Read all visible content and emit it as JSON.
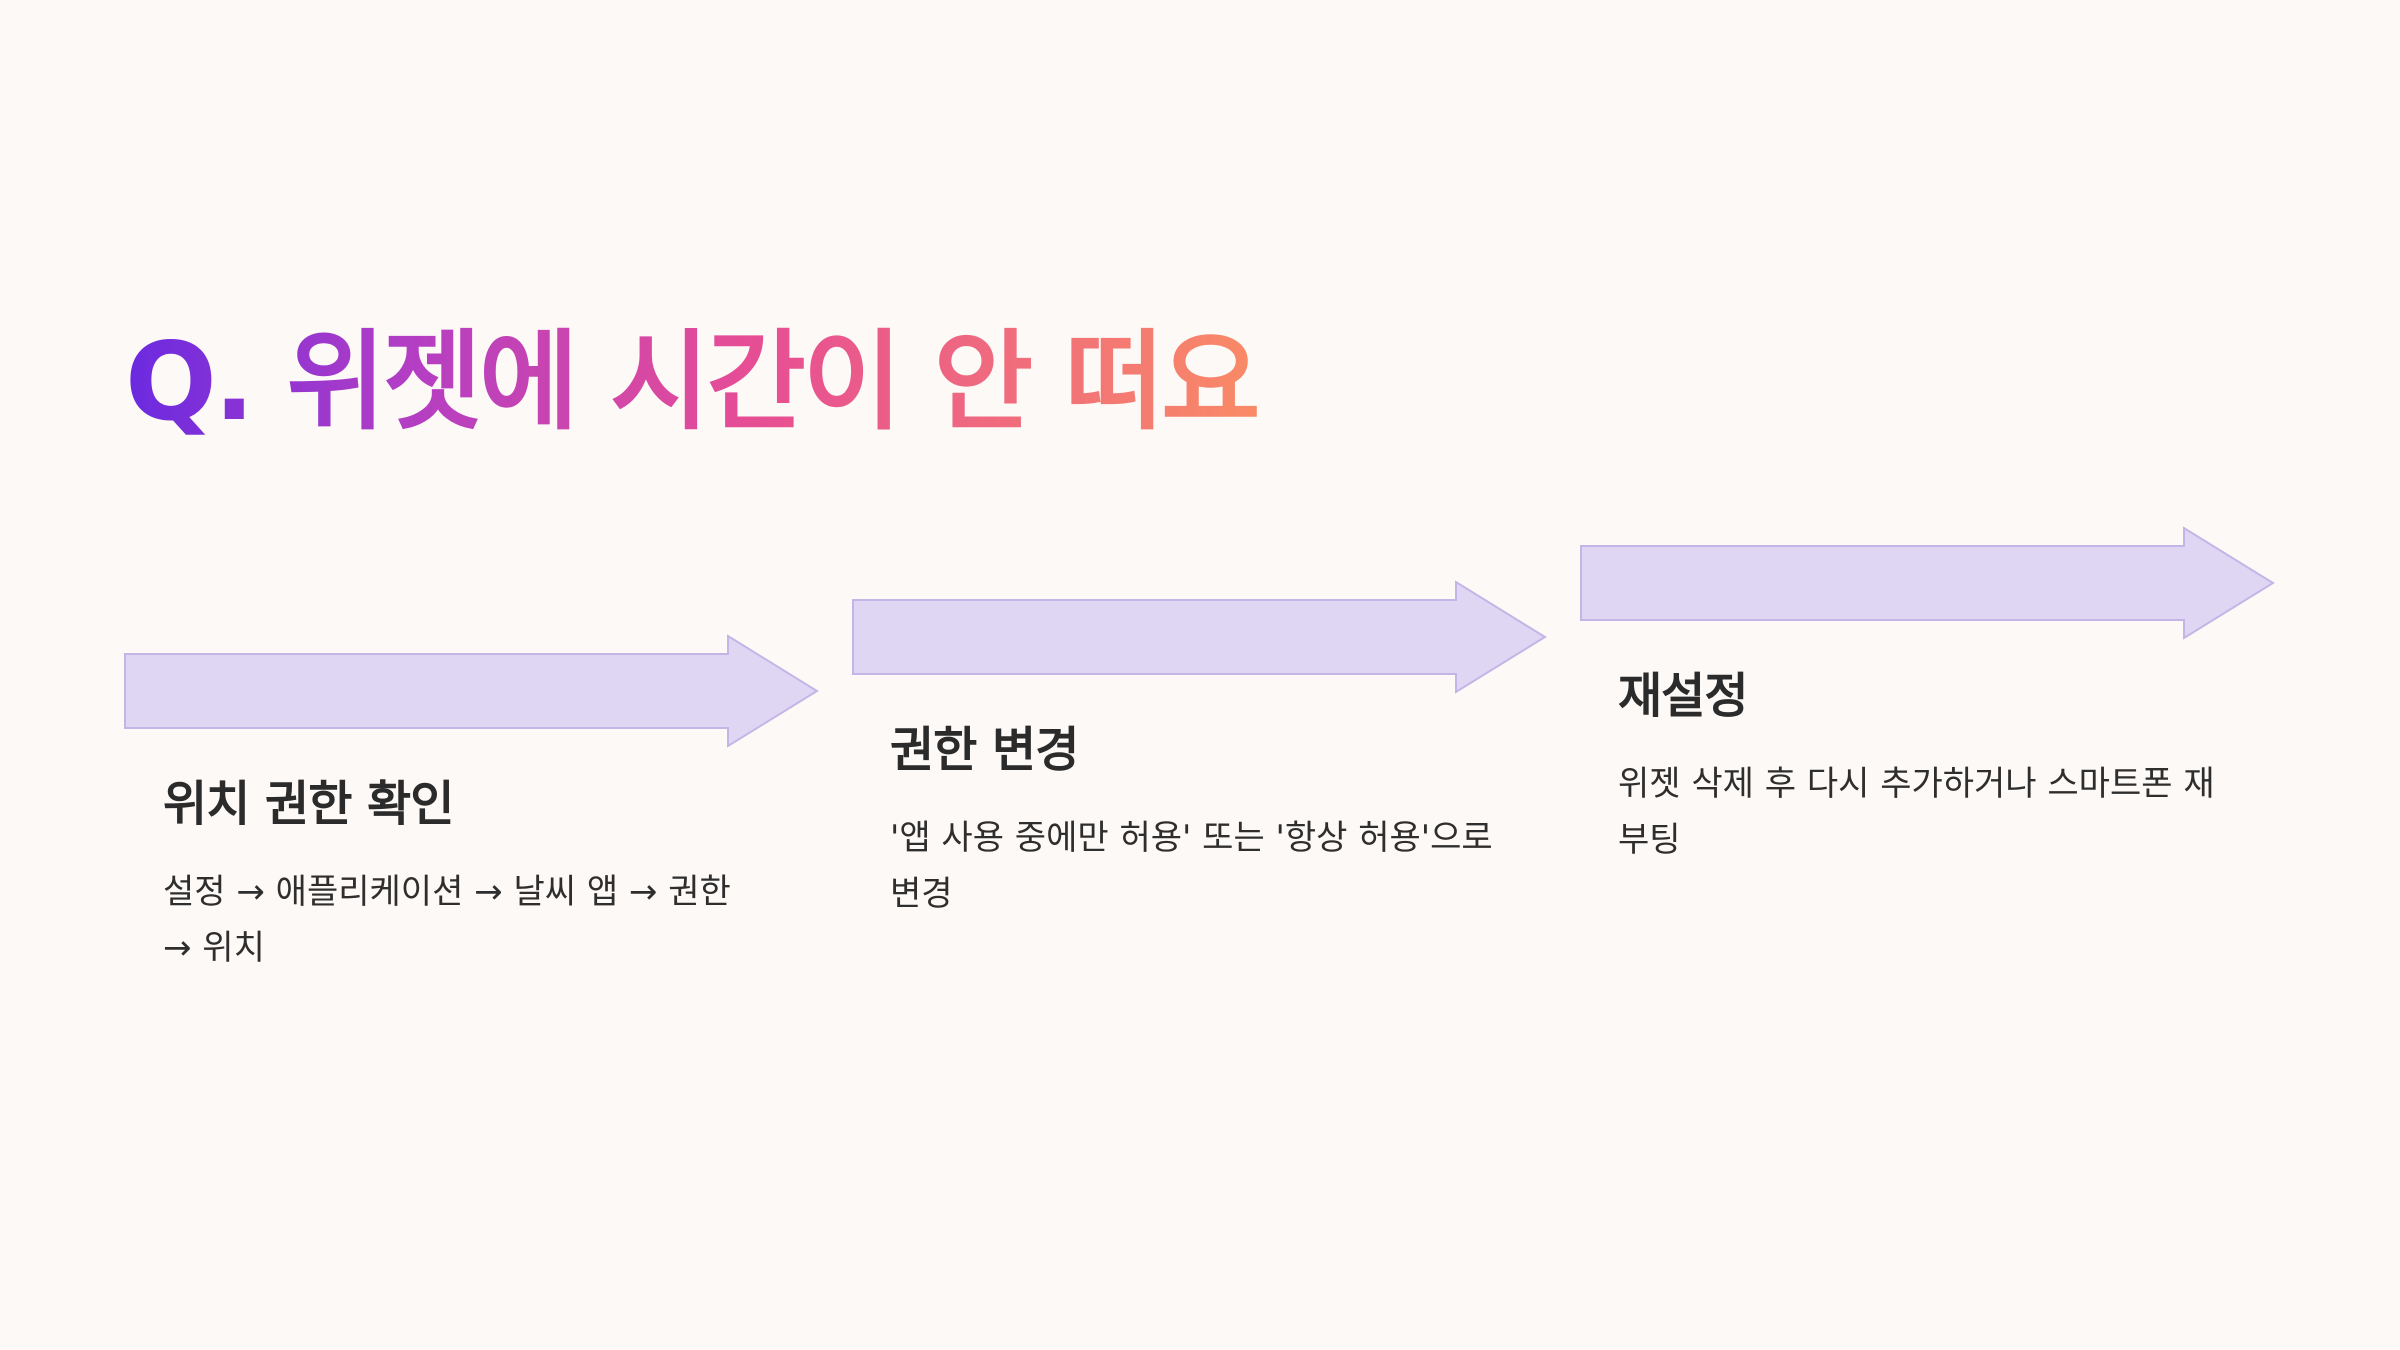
{
  "title": "Q. 위젯에 시간이 안 떠요",
  "steps": [
    {
      "title": "위치 권한 확인",
      "description_lines": [
        "설정 → 애플리케이션 → 날씨 앱 → 권한",
        "→ 위치"
      ]
    },
    {
      "title": "권한 변경",
      "description_lines": [
        "'앱 사용 중에만 허용' 또는 '항상 허용'으로",
        "변경"
      ]
    },
    {
      "title": "재설정",
      "description_lines": [
        "위젯 삭제 후 다시 추가하거나 스마트폰 재",
        "부팅"
      ]
    }
  ],
  "colors": {
    "background": "#fdf9f6",
    "arrow_fill": "#dfd6f4",
    "arrow_stroke": "#c3b6e6",
    "title_gradient": [
      "#6a2ae0",
      "#b33ec4",
      "#e64d95",
      "#f98a66"
    ],
    "text": "#2b2b2b"
  }
}
